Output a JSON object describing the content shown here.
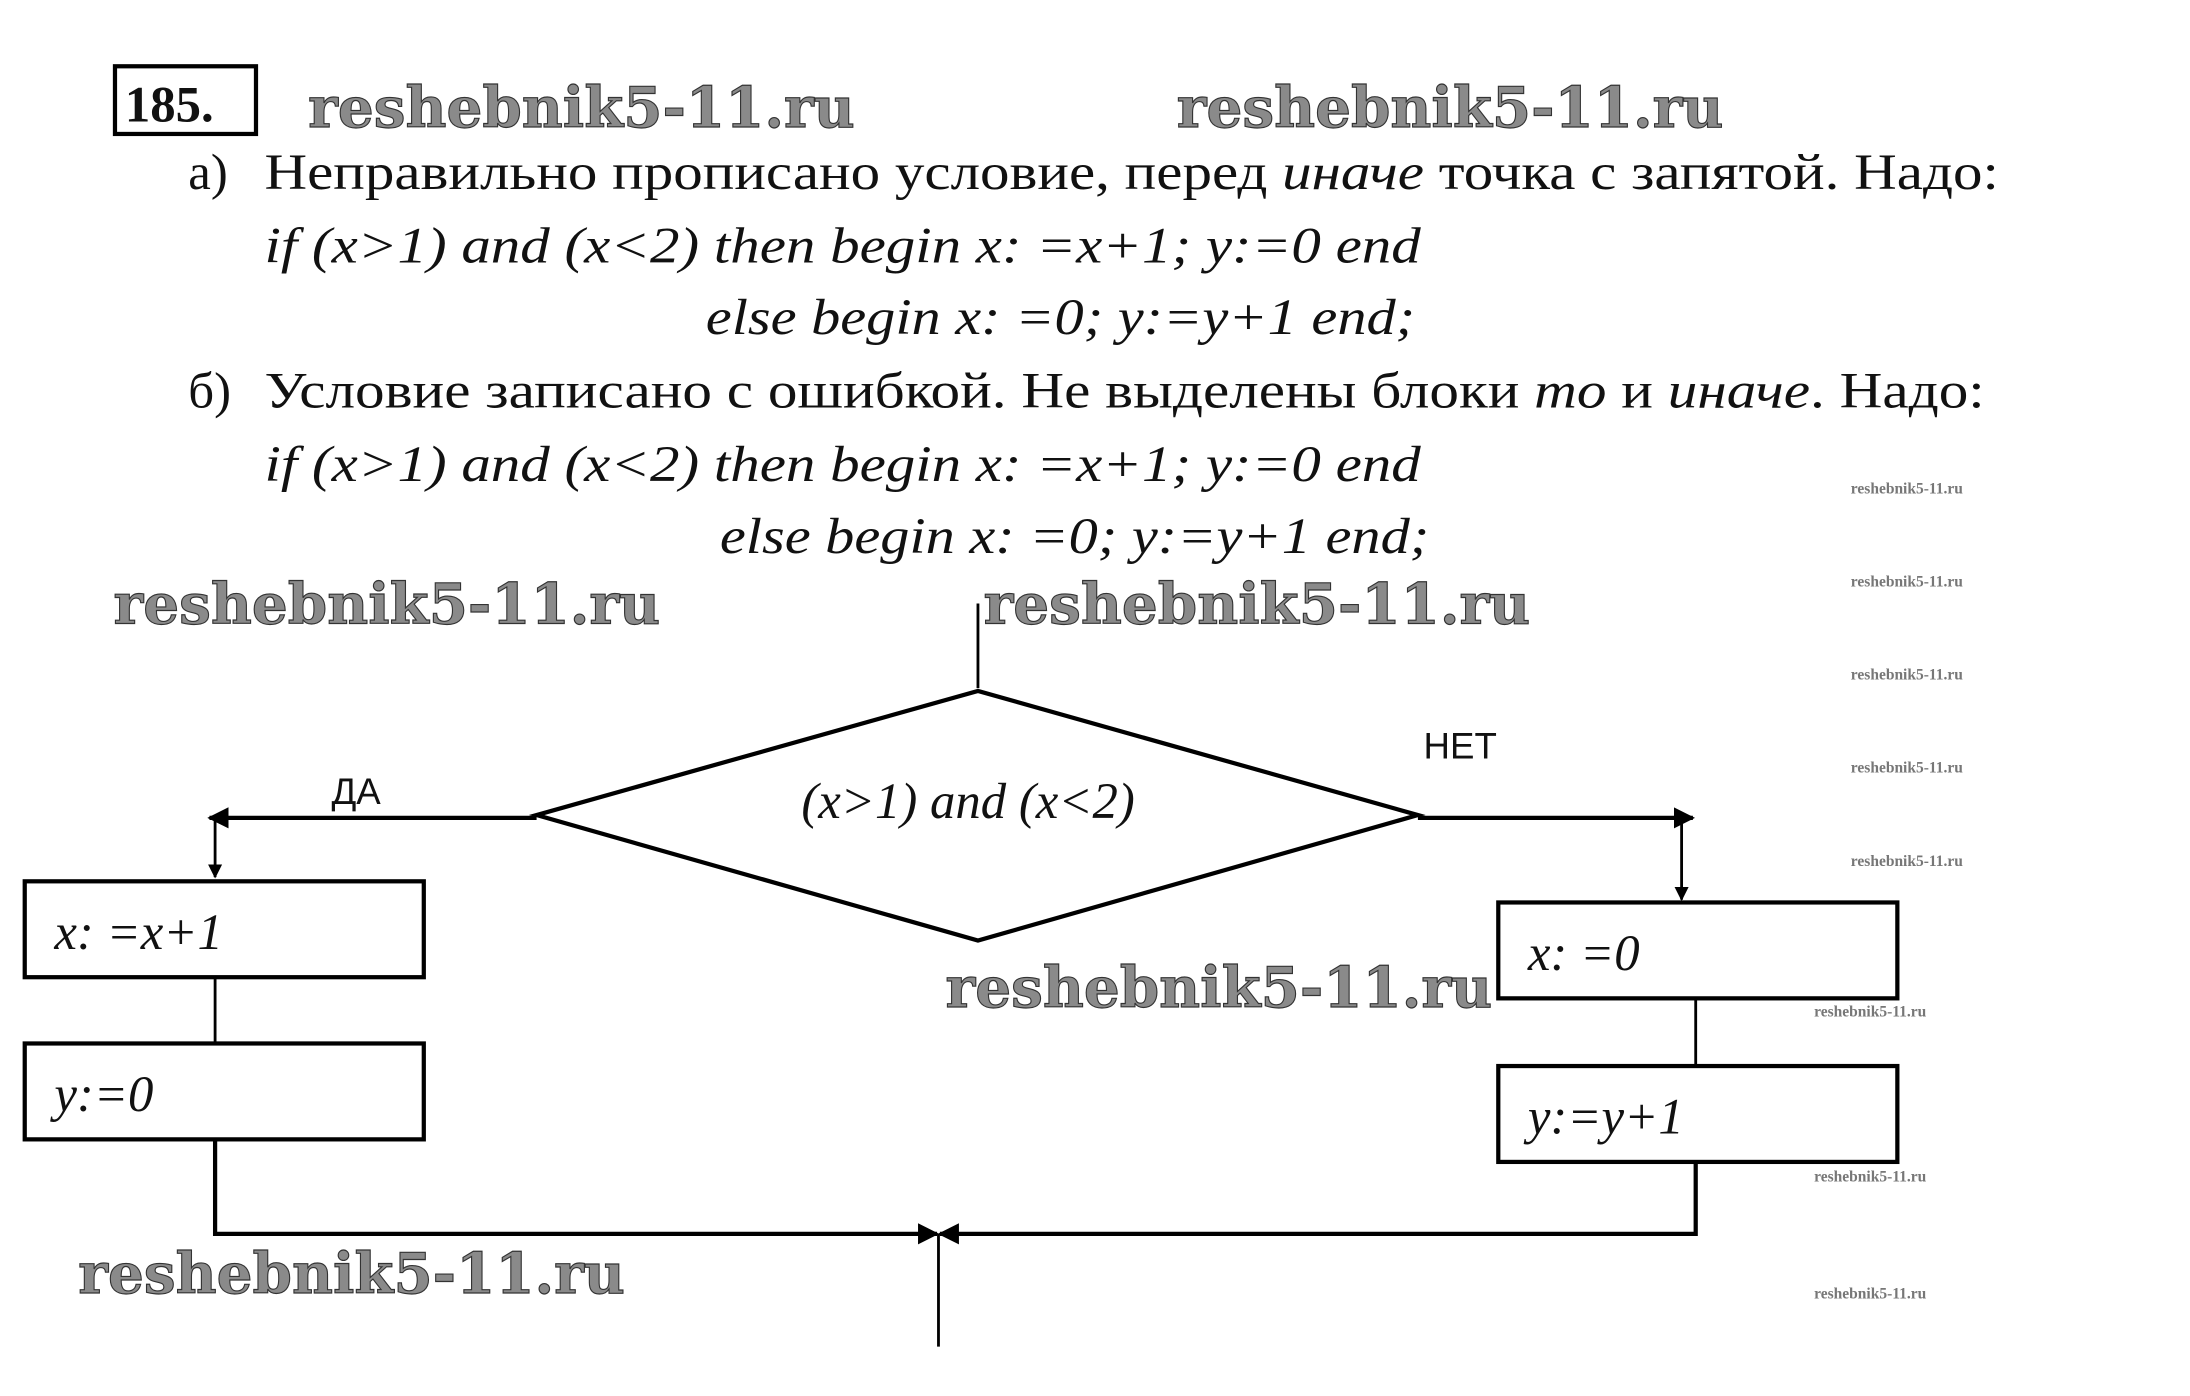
{
  "problem_number": "185.",
  "watermark": "reshebnik5-11.ru",
  "part_a": {
    "marker": "а)",
    "text_before": "Неправильно прописано условие, перед ",
    "text_italic": "иначе",
    "text_after": " точка с запятой. Надо:",
    "code_line1": "if (x>1) and (x<2) then begin x: =x+1; y:=0 end",
    "code_line2": "else begin x: =0; y:=y+1 end;"
  },
  "part_b": {
    "marker": "б)",
    "text_before": "Условие записано с ошибкой. Не выделены блоки ",
    "text_italic1": "то",
    "text_middle": " и ",
    "text_italic2": "иначе",
    "text_after": ". Надо:",
    "code_line1": "if (x>1) and (x<2) then begin x: =x+1; y:=0 end",
    "code_line2": "else begin x: =0; y:=y+1 end;"
  },
  "flowchart": {
    "condition": "(x>1) and (x<2)",
    "yes_label": "ДА",
    "no_label": "НЕТ",
    "yes_steps": [
      "x: =x+1",
      "y:=0"
    ],
    "no_steps": [
      "x: =0",
      "y:=y+1"
    ]
  }
}
